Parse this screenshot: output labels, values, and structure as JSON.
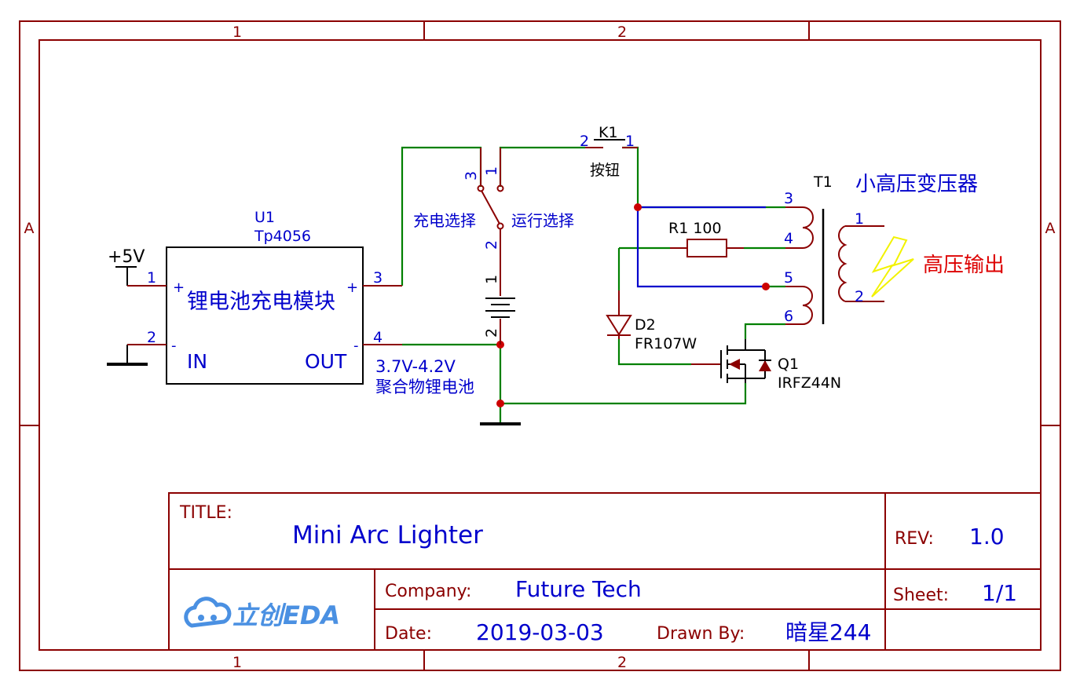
{
  "border": {
    "columns": [
      "1",
      "2"
    ],
    "rows": [
      "A"
    ]
  },
  "components": {
    "power_label": "+5V",
    "u1": {
      "ref": "U1",
      "value": "Tp4056",
      "name": "锂电池充电模块",
      "in_label": "IN",
      "out_label": "OUT",
      "plus": "+",
      "minus": "-",
      "pins": [
        "1",
        "2",
        "3",
        "4"
      ]
    },
    "switch": {
      "left_label": "充电选择",
      "right_label": "运行选择",
      "pins": [
        "3",
        "1",
        "2"
      ]
    },
    "k1": {
      "ref": "K1",
      "label": "按钮",
      "pin_left": "2",
      "pin_right": "1"
    },
    "battery": {
      "voltage": "3.7V-4.2V",
      "type": "聚合物锂电池",
      "pins": [
        "1",
        "2"
      ]
    },
    "t1": {
      "ref": "T1",
      "name": "小高压变压器",
      "pins": [
        "3",
        "4",
        "5",
        "6",
        "1",
        "2"
      ]
    },
    "r1": {
      "label": "R1 100"
    },
    "d2": {
      "ref": "D2",
      "value": "FR107W"
    },
    "q1": {
      "ref": "Q1",
      "value": "IRFZ44N"
    },
    "hv_output": "高压输出"
  },
  "title_block": {
    "title_label": "TITLE:",
    "title": "Mini Arc Lighter",
    "rev_label": "REV:",
    "rev": "1.0",
    "company_label": "Company:",
    "company": "Future Tech",
    "sheet_label": "Sheet:",
    "sheet": "1/1",
    "date_label": "Date:",
    "date": "2019-03-03",
    "drawn_label": "Drawn By:",
    "drawn_by": "暗星244",
    "logo": "立创EDA"
  }
}
